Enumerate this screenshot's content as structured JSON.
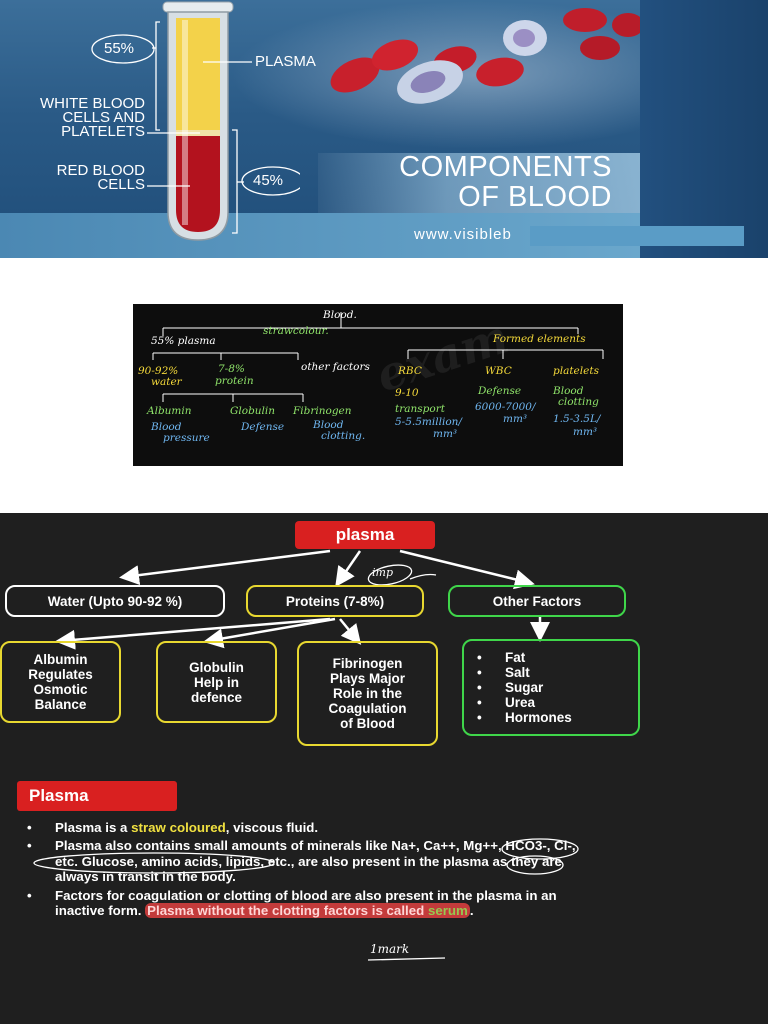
{
  "banner": {
    "pct_plasma": "55%",
    "pct_rbc": "45%",
    "label_plasma": "PLASMA",
    "label_wbc_line1": "WHITE BLOOD",
    "label_wbc_line2": "CELLS AND",
    "label_wbc_line3": "PLATELETS",
    "label_rbc_line1": "RED BLOOD",
    "label_rbc_line2": "CELLS",
    "title_line1": "COMPONENTS",
    "title_line2": "OF BLOOD",
    "url_fragment": "www.visibleb",
    "colors": {
      "plasma": "#f3d24a",
      "rbc": "#b3121e",
      "tube_glass": "#dfe6ea"
    }
  },
  "sketch": {
    "root": "Blood.",
    "plasma": "55% plasma",
    "straw": "strawcolour.",
    "formed": "Formed elements",
    "water_pct": "90-92%",
    "water": "water",
    "protein_pct": "7-8%",
    "protein": "protein",
    "other": "other factors",
    "rbc": "RBC",
    "wbc": "WBC",
    "platelets": "platelets",
    "albumin": "Albumin",
    "globulin": "Globulin",
    "fibrinogen": "Fibrinogen",
    "blood_pressure_1": "Blood",
    "blood_pressure_2": "pressure",
    "defense": "Defense",
    "blood_clotting_1": "Blood",
    "blood_clotting_2": "clotting.",
    "rbc_num": "9-10",
    "rbc_transport": "transport",
    "rbc_count": "5-5.5million/",
    "rbc_unit": "mm³",
    "wbc_defense": "Defense",
    "wbc_count": "6000-7000/",
    "wbc_unit": "mm³",
    "plt_1": "Blood",
    "plt_2": "clotting",
    "plt_count": "1.5-3.5L/",
    "plt_unit": "mm³",
    "watermark": "exam"
  },
  "diagram": {
    "root": "plasma",
    "water": "Water (Upto 90-92 %)",
    "proteins": "Proteins (7-8%)",
    "other": "Other Factors",
    "imp": "imp",
    "albumin": [
      "Albumin",
      "Regulates",
      "Osmotic",
      "Balance"
    ],
    "globulin": [
      "Globulin",
      "Help in",
      "defence"
    ],
    "fibrinogen": [
      "Fibrinogen",
      "Plays Major",
      "Role in the",
      "Coagulation",
      "of Blood"
    ],
    "other_items": [
      "Fat",
      "Salt",
      "Sugar",
      "Urea",
      "Hormones"
    ]
  },
  "notes": {
    "heading": "Plasma",
    "b1_pre": "Plasma is a ",
    "b1_hl": "straw coloured",
    "b1_post": ", viscous fluid.",
    "b2": "Plasma also contains small amounts of minerals like Na+, Ca++, Mg++, HCO3-, Cl-, etc. Glucose, amino acids, lipids, etc., are also present in the plasma as they are always in transit in the body.",
    "b3_pre": "Factors for coagulation or clotting of blood are also present in the plasma in an inactive form. ",
    "b3_hl": "Plasma without the clotting factors is called ",
    "b3_hl2": "serum",
    "b3_post": ".",
    "mark": "1mark"
  }
}
